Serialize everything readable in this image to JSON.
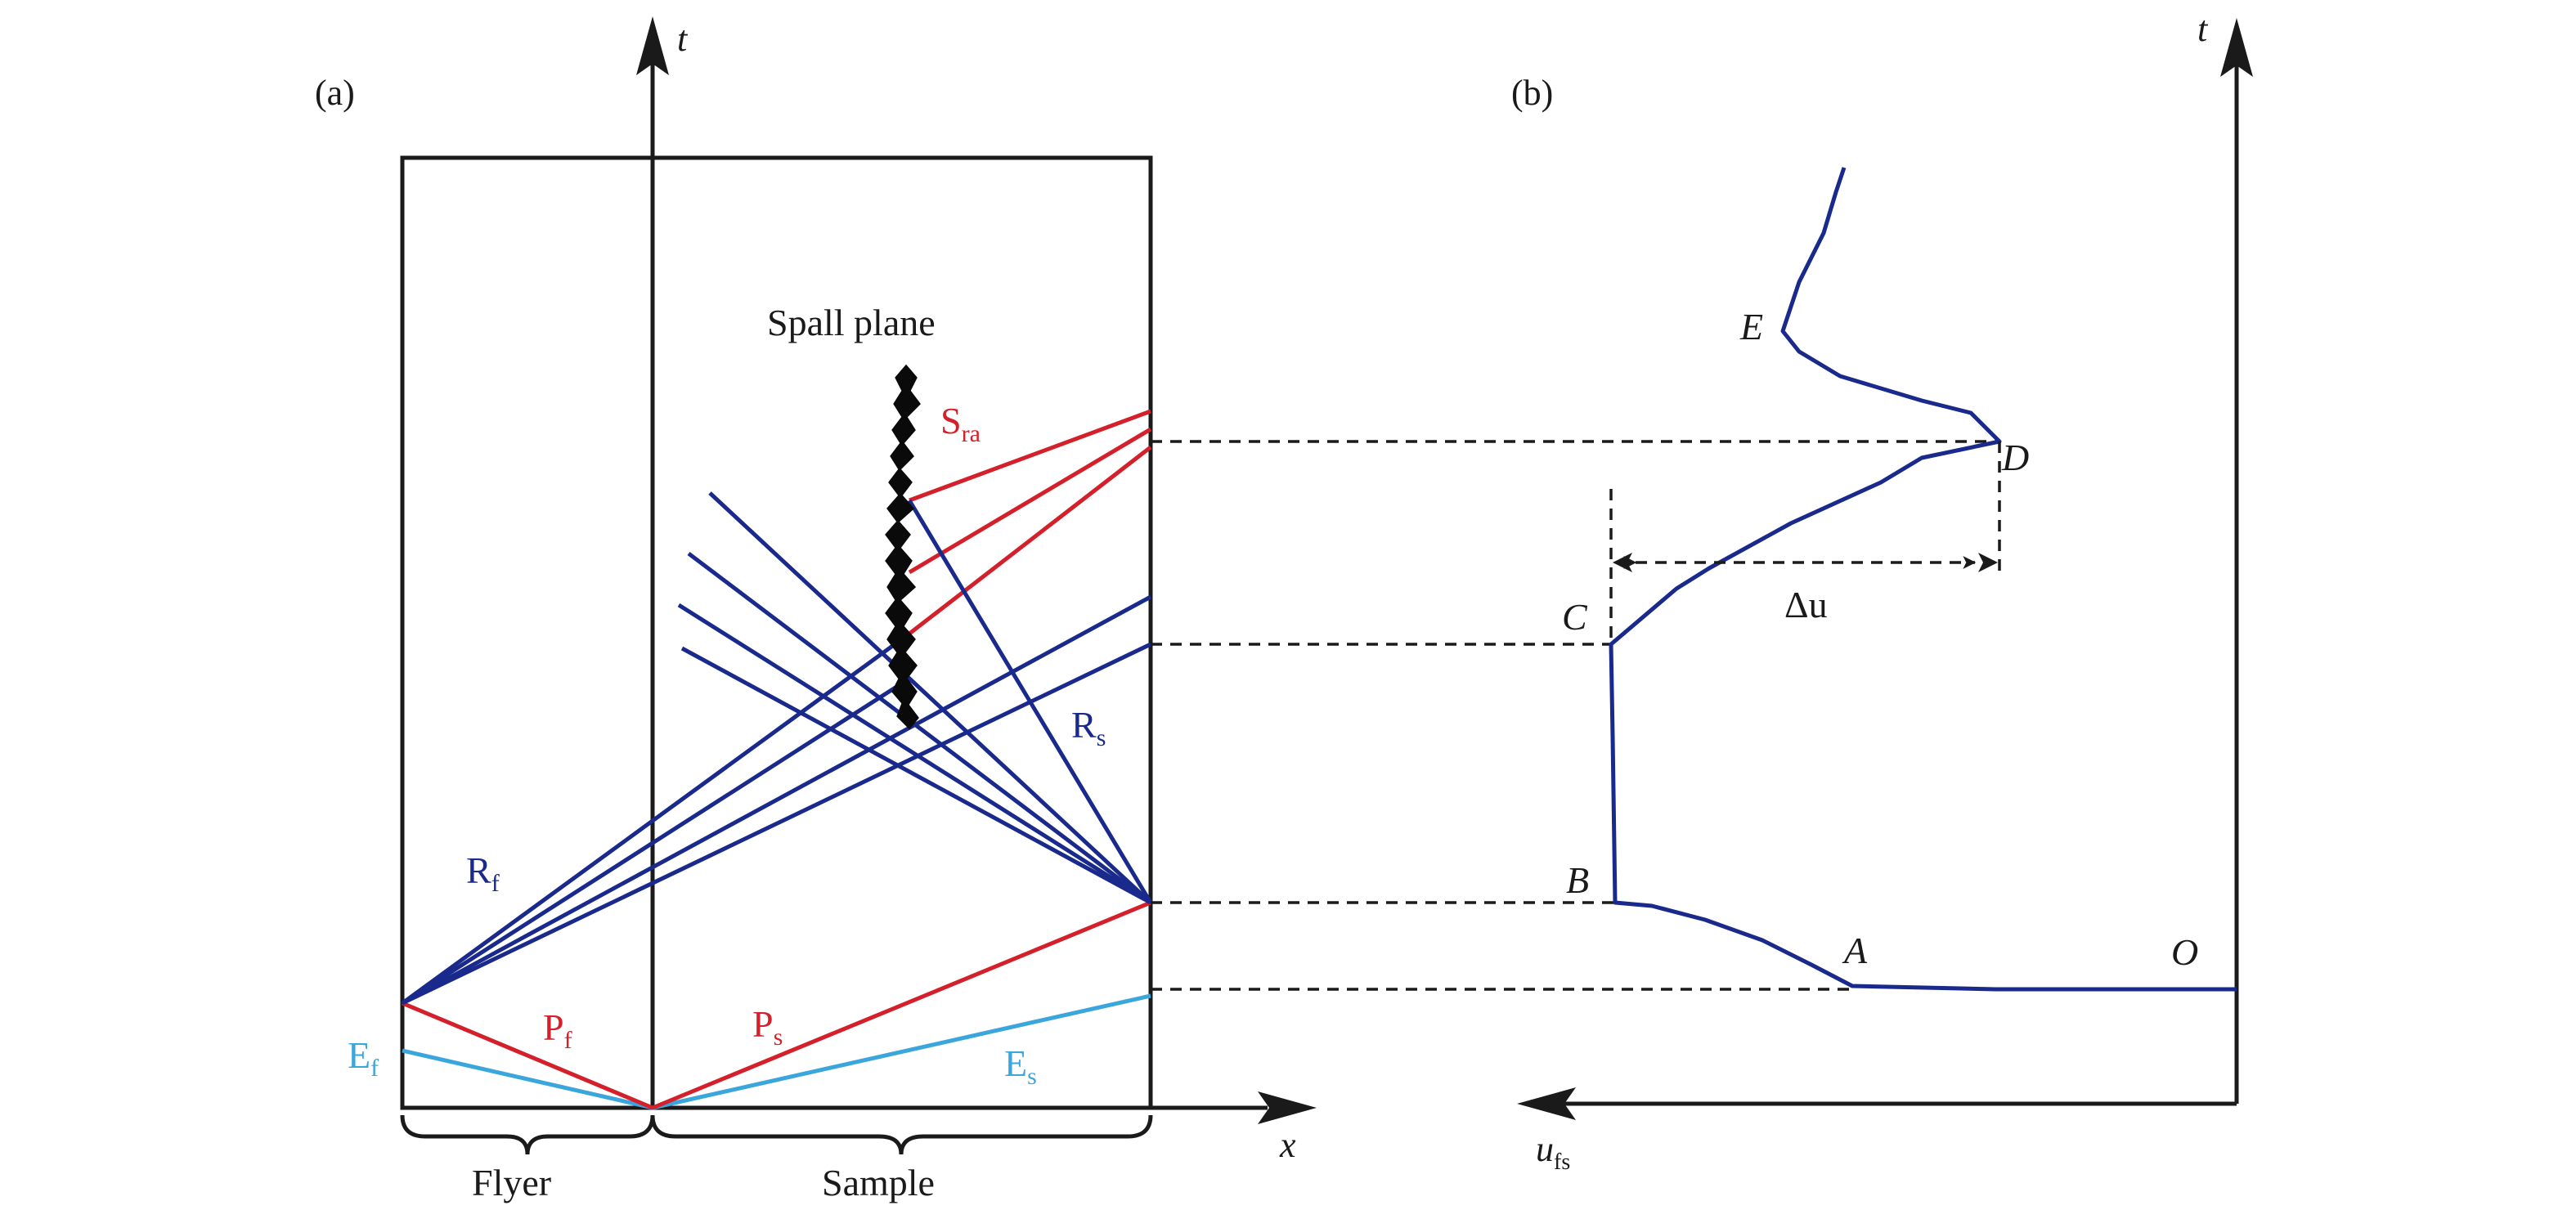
{
  "panel_a": {
    "label": "(a)",
    "axis_t_label": "t",
    "axis_x_label": "x",
    "spall_plane_label": "Spall plane",
    "flyer_label": "Flyer",
    "sample_label": "Sample",
    "waves": {
      "Sra": {
        "main": "S",
        "sub": "ra"
      },
      "Rs": {
        "main": "R",
        "sub": "s"
      },
      "Rf": {
        "main": "R",
        "sub": "f"
      },
      "Pf": {
        "main": "P",
        "sub": "f"
      },
      "Ps": {
        "main": "P",
        "sub": "s"
      },
      "Ef": {
        "main": "E",
        "sub": "f"
      },
      "Es": {
        "main": "E",
        "sub": "s"
      }
    }
  },
  "panel_b": {
    "label": "(b)",
    "axis_t_label": "t",
    "axis_u_label": {
      "main": "u",
      "sub": "fs"
    },
    "points": {
      "A": "A",
      "B": "B",
      "C": "C",
      "D": "D",
      "E": "E",
      "O": "O"
    },
    "delta_u_label": "Δu"
  },
  "colors": {
    "axis": "#1a1a1a",
    "release_wave": "#1a2a8c",
    "compression_wave": "#d4202a",
    "elastic_wave": "#3aa6dc",
    "velocity_curve": "#1a2a8c",
    "spall_plane": "#0a0a0a"
  }
}
